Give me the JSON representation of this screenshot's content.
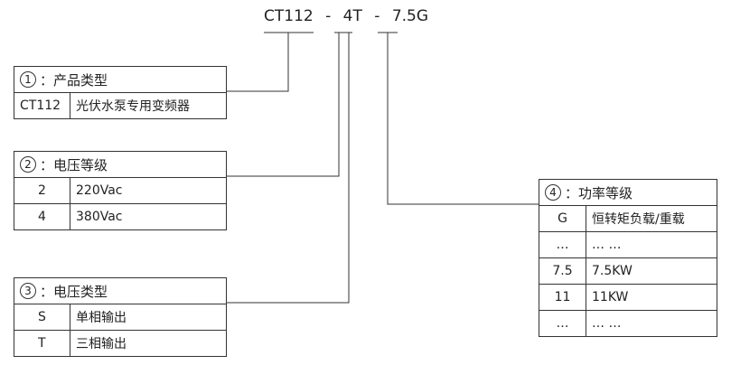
{
  "code": {
    "part1": "CT112",
    "sep1": "-",
    "part2": "4T",
    "sep2": "-",
    "part3": "7.5G"
  },
  "box1": {
    "num": "1",
    "title": "：产品类型",
    "rows": [
      {
        "code": "CT112",
        "desc": "光伏水泵专用变频器"
      }
    ]
  },
  "box2": {
    "num": "2",
    "title": "：电压等级",
    "rows": [
      {
        "code": "2",
        "desc": "220Vac"
      },
      {
        "code": "4",
        "desc": "380Vac"
      }
    ]
  },
  "box3": {
    "num": "3",
    "title": "：电压类型",
    "rows": [
      {
        "code": "S",
        "desc": "单相输出"
      },
      {
        "code": "T",
        "desc": "三相输出"
      }
    ]
  },
  "box4": {
    "num": "4",
    "title": "：功率等级",
    "rows": [
      {
        "code": "G",
        "desc": "恒转矩负载/重载"
      },
      {
        "code": "…",
        "desc": "… …"
      },
      {
        "code": "7.5",
        "desc": "7.5KW"
      },
      {
        "code": "11",
        "desc": "11KW"
      },
      {
        "code": "…",
        "desc": "… …"
      }
    ]
  }
}
